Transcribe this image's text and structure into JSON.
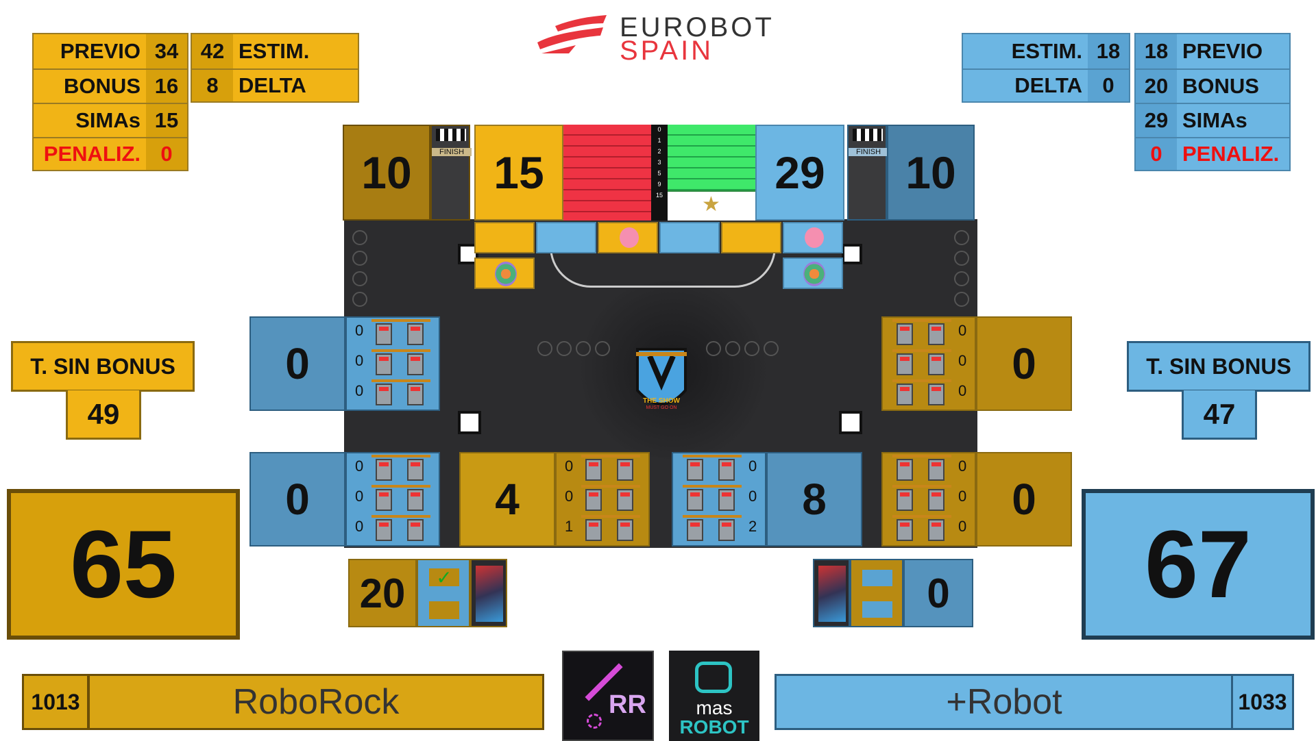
{
  "header": {
    "logo_line1": "EUROBOT",
    "logo_line2": "SPAIN",
    "brand_color": "#e8353d"
  },
  "colors": {
    "yellow": "#f1b416",
    "blue": "#6cb6e3",
    "field": "#2c2c2e"
  },
  "left_stats": {
    "previo_label": "PREVIO",
    "previo_value": "34",
    "bonus_label": "BONUS",
    "bonus_value": "16",
    "simas_label": "SIMAs",
    "simas_value": "15",
    "penal_label": "PENALIZ.",
    "penal_value": "0",
    "estim_label": "ESTIM.",
    "estim_value": "42",
    "delta_label": "DELTA",
    "delta_value": "8"
  },
  "right_stats": {
    "estim_label": "ESTIM.",
    "estim_value": "18",
    "delta_label": "DELTA",
    "delta_value": "0",
    "previo_label": "PREVIO",
    "previo_value": "18",
    "bonus_label": "BONUS",
    "bonus_value": "20",
    "simas_label": "SIMAs",
    "simas_value": "29",
    "penal_label": "PENALIZ.",
    "penal_value": "0"
  },
  "top_scores": {
    "left_finish": "10",
    "left_simas": "15",
    "right_simas": "29",
    "right_finish": "10",
    "finish_label": "FINISH"
  },
  "ladder": {
    "ticks": [
      "0",
      "1",
      "2",
      "3",
      "5",
      "9",
      "15"
    ]
  },
  "bonus_side": {
    "left_label": "T. SIN BONUS",
    "left_value": "49",
    "right_label": "T. SIN BONUS",
    "right_value": "47"
  },
  "totals": {
    "left": "65",
    "right": "67"
  },
  "zones": {
    "left_top": {
      "value": "0",
      "counts": [
        "0",
        "0",
        "0"
      ]
    },
    "left_bottom": {
      "value": "0",
      "counts": [
        "0",
        "0",
        "0"
      ]
    },
    "center_left": {
      "value": "4",
      "counts": [
        "0",
        "0",
        "1"
      ]
    },
    "center_right": {
      "value": "8",
      "counts": [
        "0",
        "0",
        "2"
      ]
    },
    "right_top": {
      "value": "0",
      "counts": [
        "0",
        "0",
        "0"
      ]
    },
    "right_bottom": {
      "value": "0",
      "counts": [
        "0",
        "0",
        "0"
      ]
    }
  },
  "banner": {
    "left_value": "20",
    "left_check": "✓",
    "right_value": "0"
  },
  "field_badge": {
    "line1": "THE SHOW",
    "line2": "MUST GO ON"
  },
  "teams": {
    "left_id": "1013",
    "left_name": "RoboRock",
    "left_logo_text": "RR",
    "right_id": "1033",
    "right_name": "+Robot",
    "right_logo_line1": "mas",
    "right_logo_line2": "ROBOT"
  }
}
